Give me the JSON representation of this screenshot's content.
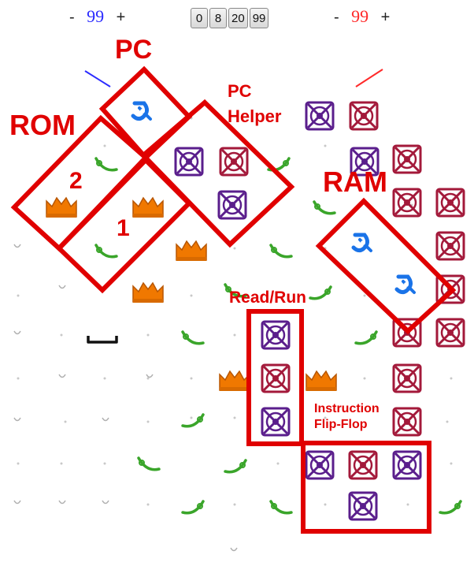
{
  "counter_left": {
    "minus": "-",
    "value": "99",
    "plus": "+",
    "color": "#2b2bff"
  },
  "speed_buttons": [
    "0",
    "8",
    "20",
    "99"
  ],
  "counter_right": {
    "minus": "-",
    "value": "99",
    "plus": "+",
    "color": "#ff2a2a"
  },
  "labels": {
    "pc": "PC",
    "pc_helper_1": "PC",
    "pc_helper_2": "Helper",
    "rom": "ROM",
    "rom_2": "2",
    "rom_1": "1",
    "ram": "RAM",
    "read_run": "Read/Run",
    "instr_1": "Instruction",
    "instr_2": "Flip-Flop"
  },
  "colors": {
    "annotation": "#e00000",
    "gear_purple": "#5a1e8c",
    "gear_red": "#a3193a",
    "crown": "#f07800",
    "ramp_green": "#3aa52a",
    "bit_blue": "#1a73e8"
  },
  "pieces": {
    "bit": "blue-bit-icon",
    "gear_purple": "purple-gear-bit-icon",
    "gear_red": "red-gear-bit-icon",
    "crown": "orange-crossover-icon",
    "ramp": "green-ramp-icon",
    "peg": "peg-icon",
    "interceptor": "interceptor-icon"
  }
}
